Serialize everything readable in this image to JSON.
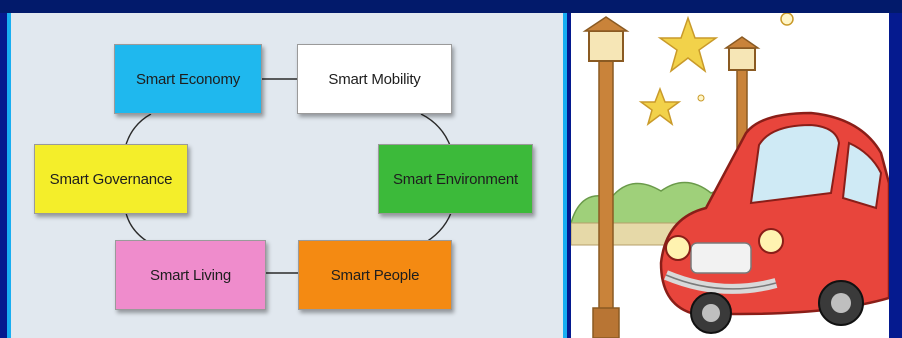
{
  "diagram": {
    "nodes": [
      {
        "id": "economy",
        "label": "Smart Economy",
        "color": "#1fb8ee"
      },
      {
        "id": "mobility",
        "label": "Smart Mobility",
        "color": "#ffffff"
      },
      {
        "id": "governance",
        "label": "Smart Governance",
        "color": "#f4ee2a"
      },
      {
        "id": "environment",
        "label": "Smart Environment",
        "color": "#3cba3a"
      },
      {
        "id": "living",
        "label": "Smart Living",
        "color": "#ef8ccc"
      },
      {
        "id": "people",
        "label": "Smart People",
        "color": "#f48a12"
      }
    ],
    "edges": [
      [
        "economy",
        "mobility"
      ],
      [
        "economy",
        "governance"
      ],
      [
        "mobility",
        "environment"
      ],
      [
        "governance",
        "living"
      ],
      [
        "environment",
        "people"
      ],
      [
        "living",
        "people"
      ]
    ]
  },
  "illustration": {
    "subject": "cartoon red car with street lamps and stars",
    "colors": {
      "car": "#e8453c",
      "lamp": "#c9833a",
      "star": "#f2d24a",
      "bush": "#9fd07a"
    }
  },
  "frame_colors": {
    "background": "#051a8f",
    "accent": "#18aef2",
    "panel": "#e1e8ef"
  }
}
